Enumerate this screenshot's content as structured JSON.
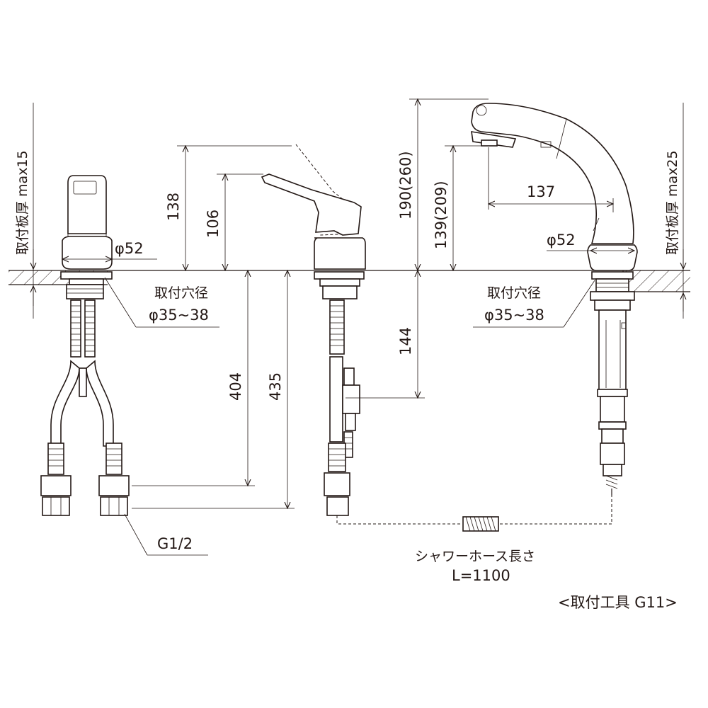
{
  "left_view": {
    "plate_thickness": "取付板厚 max15",
    "diameter": "φ52",
    "hole_label": "取付穴径",
    "hole_diameter": "φ35~38",
    "thread": "G1/2"
  },
  "middle_view": {
    "height_max": "138",
    "height_handle": "106",
    "depth_404": "404",
    "depth_435": "435"
  },
  "right_view": {
    "height_190": "190(260)",
    "height_139": "139(209)",
    "reach": "137",
    "depth_144": "144",
    "diameter": "φ52",
    "hole_label": "取付穴径",
    "hole_diameter": "φ35~38",
    "plate_thickness": "取付板厚 max25",
    "hose_label": "シャワーホース長さ",
    "hose_length": "L=1100"
  },
  "caption": "<取付工具 G11>"
}
